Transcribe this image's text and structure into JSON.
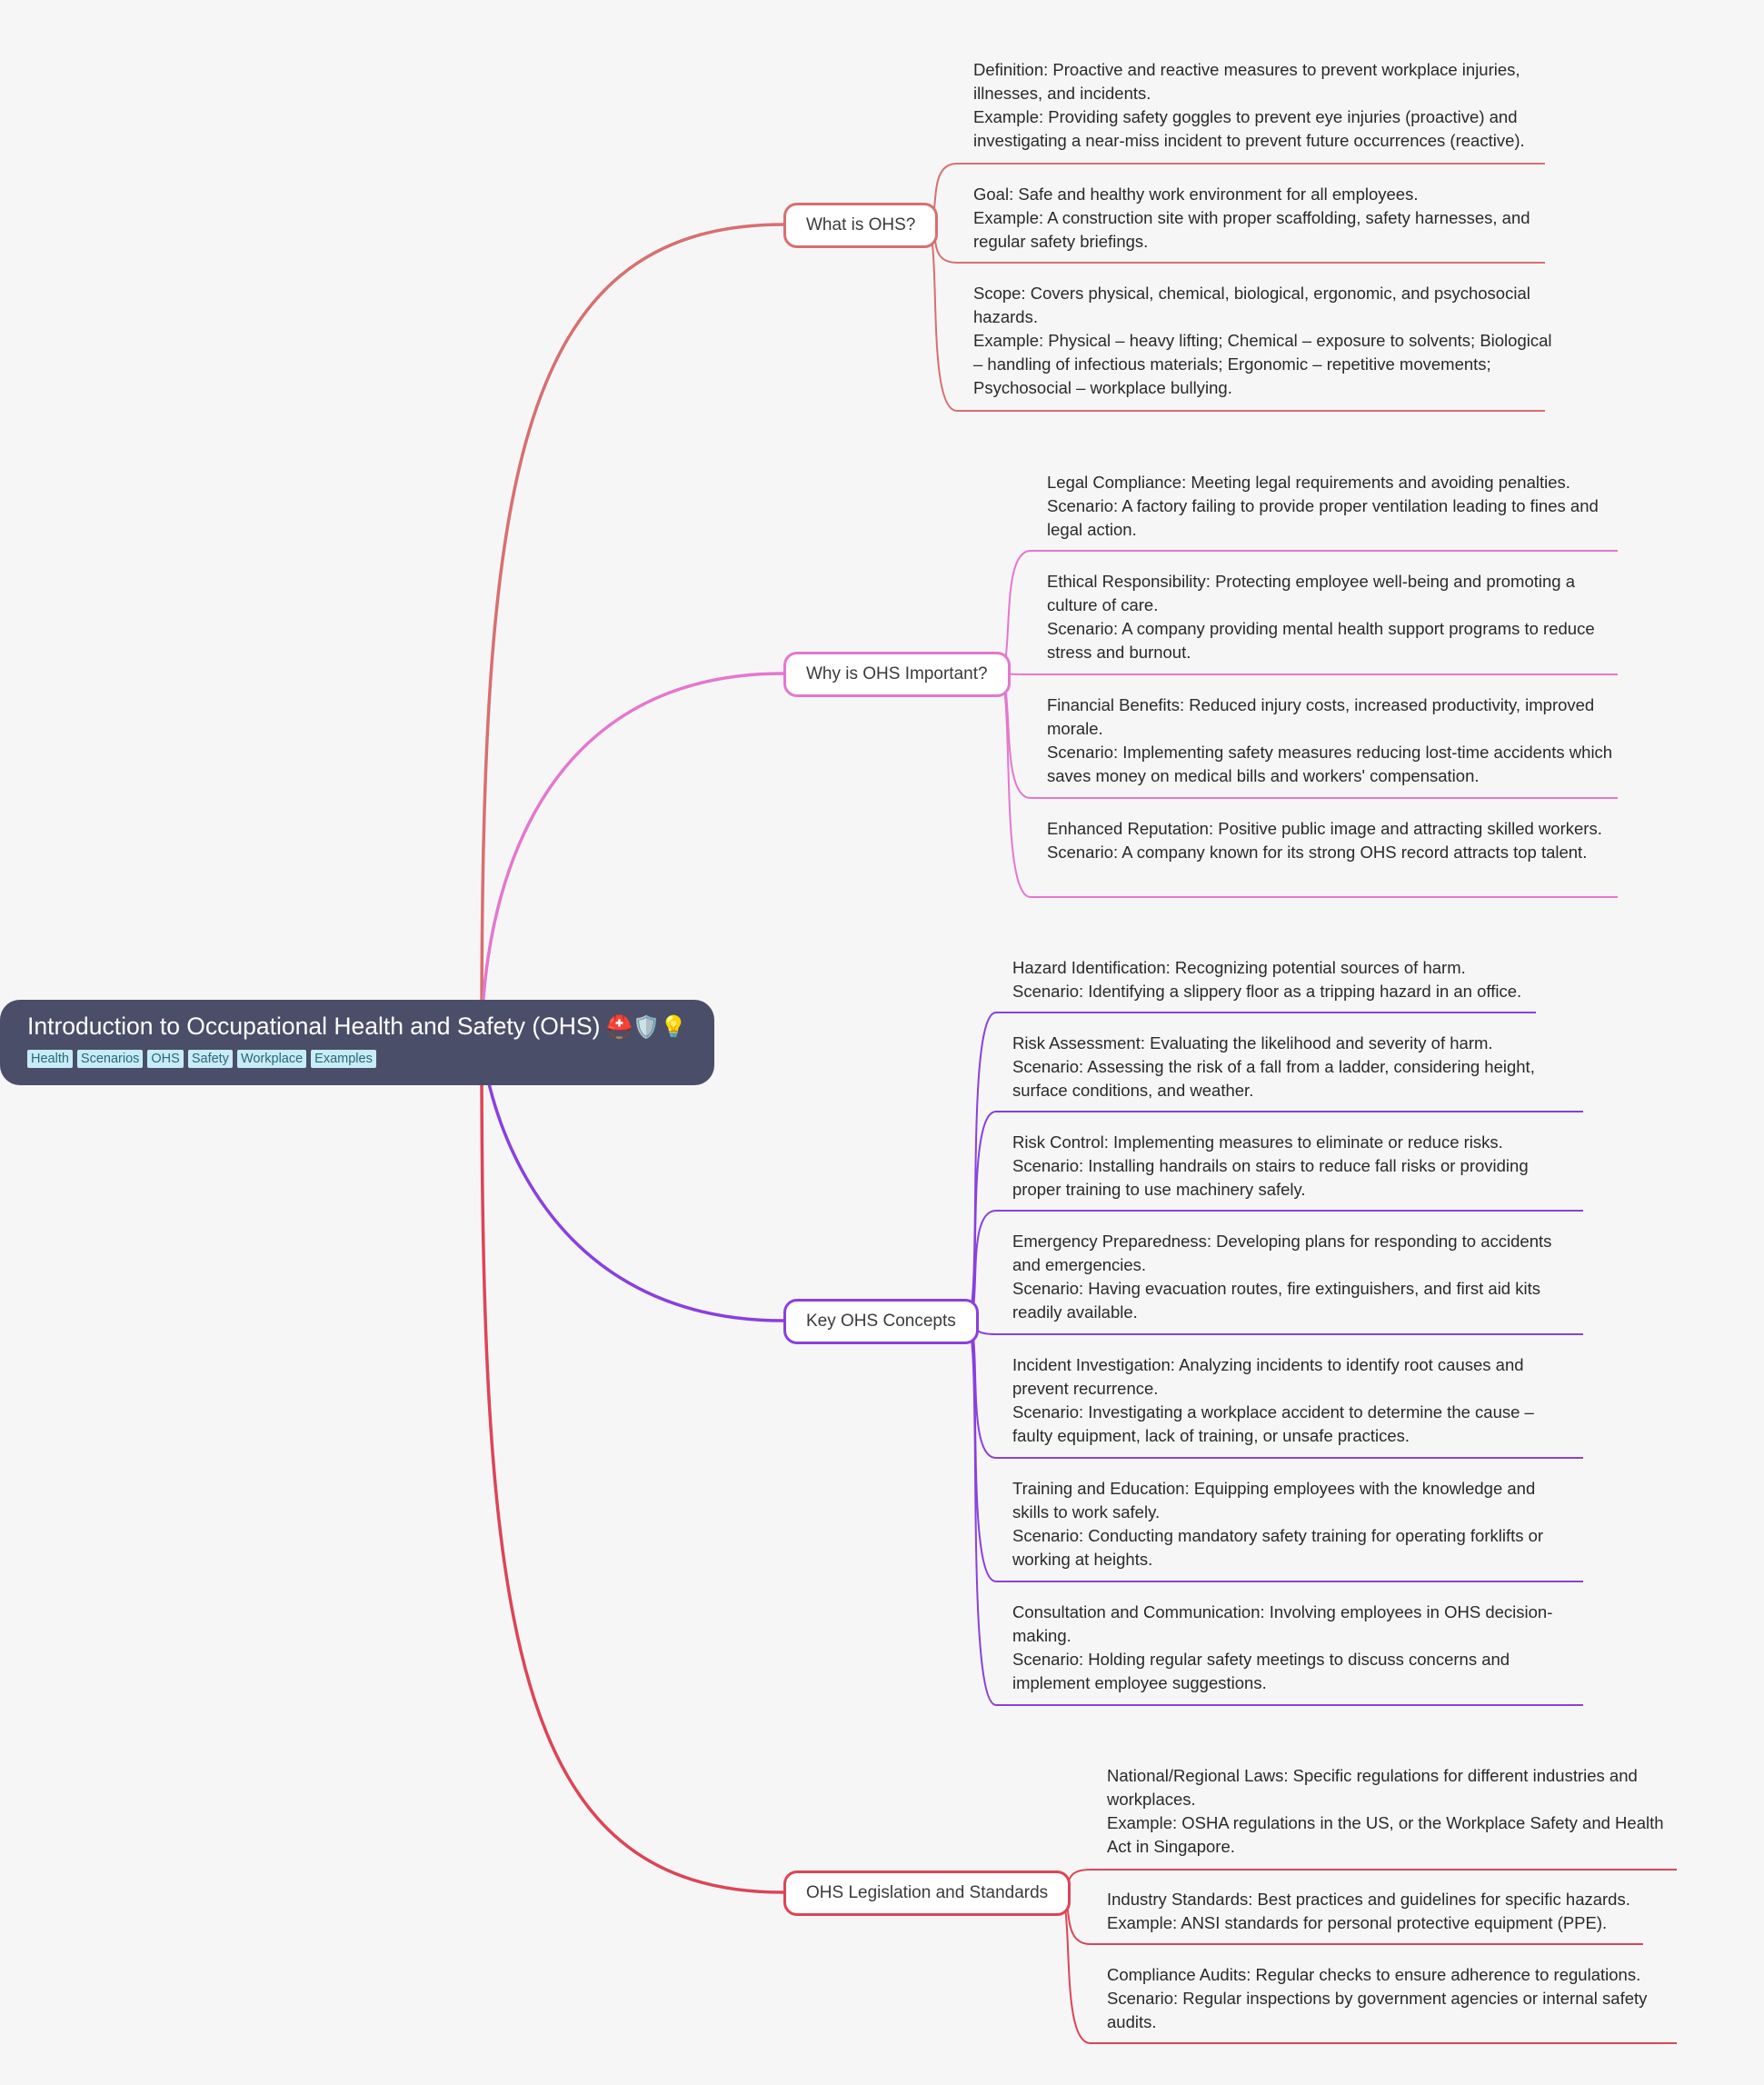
{
  "root": {
    "title": "Introduction to Occupational Health and Safety (OHS)",
    "emoji": "⛑️🛡️💡",
    "tags": [
      "Health",
      "Scenarios",
      "OHS",
      "Safety",
      "Workplace",
      "Examples"
    ]
  },
  "colors": {
    "root_bg": "#4a4e69",
    "branch_1": "#d86f6f",
    "branch_2": "#e477cf",
    "branch_3": "#8b3fde",
    "branch_4": "#dd4456"
  },
  "branches": [
    {
      "label": "What is OHS?",
      "items": [
        [
          "Definition: Proactive and reactive measures to prevent workplace injuries, illnesses, and incidents.",
          "Example: Providing safety goggles to prevent eye injuries (proactive) and investigating a near-miss incident to prevent future occurrences (reactive)."
        ],
        [
          "Goal: Safe and healthy work environment for all employees.",
          "Example: A construction site with proper scaffolding, safety harnesses, and regular safety briefings."
        ],
        [
          "Scope: Covers physical, chemical, biological, ergonomic, and psychosocial hazards.",
          "Example: Physical – heavy lifting; Chemical – exposure to solvents; Biological – handling of infectious materials; Ergonomic – repetitive movements; Psychosocial – workplace bullying."
        ]
      ]
    },
    {
      "label": "Why is OHS Important?",
      "items": [
        [
          "Legal Compliance: Meeting legal requirements and avoiding penalties.",
          "Scenario: A factory failing to provide proper ventilation leading to fines and legal action."
        ],
        [
          "Ethical Responsibility: Protecting employee well-being and promoting a culture of care.",
          "Scenario: A company providing mental health support programs to reduce stress and burnout."
        ],
        [
          "Financial Benefits: Reduced injury costs, increased productivity, improved morale.",
          "Scenario: Implementing safety measures reducing lost-time accidents which saves money on medical bills and workers' compensation."
        ],
        [
          "Enhanced Reputation: Positive public image and attracting skilled workers.",
          "Scenario: A company known for its strong OHS record attracts top talent."
        ]
      ]
    },
    {
      "label": "Key OHS Concepts",
      "items": [
        [
          "Hazard Identification: Recognizing potential sources of harm.",
          "Scenario: Identifying a slippery floor as a tripping hazard in an office."
        ],
        [
          "Risk Assessment: Evaluating the likelihood and severity of harm.",
          "Scenario: Assessing the risk of a fall from a ladder, considering height, surface conditions, and weather."
        ],
        [
          "Risk Control: Implementing measures to eliminate or reduce risks.",
          "Scenario: Installing handrails on stairs to reduce fall risks or providing proper training to use machinery safely."
        ],
        [
          "Emergency Preparedness: Developing plans for responding to accidents and emergencies.",
          "Scenario: Having evacuation routes, fire extinguishers, and first aid kits readily available."
        ],
        [
          "Incident Investigation: Analyzing incidents to identify root causes and prevent recurrence.",
          "Scenario: Investigating a workplace accident to determine the cause – faulty equipment, lack of training, or unsafe practices."
        ],
        [
          "Training and Education: Equipping employees with the knowledge and skills to work safely.",
          "Scenario: Conducting mandatory safety training for operating forklifts or working at heights."
        ],
        [
          "Consultation and Communication: Involving employees in OHS decision-making.",
          "Scenario: Holding regular safety meetings to discuss concerns and implement employee suggestions."
        ]
      ]
    },
    {
      "label": "OHS Legislation and Standards",
      "items": [
        [
          "National/Regional Laws: Specific regulations for different industries and workplaces.",
          "Example: OSHA regulations in the US, or the Workplace Safety and Health Act in Singapore."
        ],
        [
          "Industry Standards: Best practices and guidelines for specific hazards.",
          "Example: ANSI standards for personal protective equipment (PPE)."
        ],
        [
          "Compliance Audits: Regular checks to ensure adherence to regulations.",
          "Scenario: Regular inspections by government agencies or internal safety audits."
        ]
      ]
    }
  ]
}
